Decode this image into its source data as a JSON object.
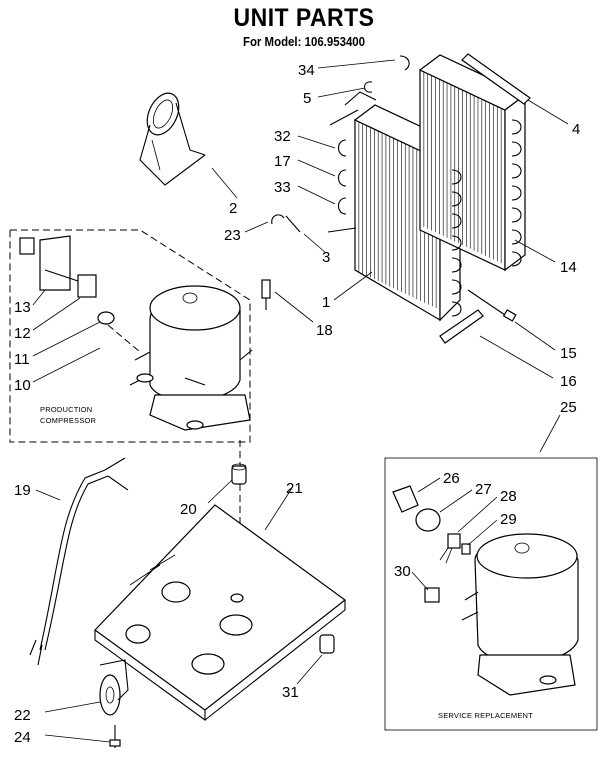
{
  "title": "UNIT PARTS",
  "subtitle": "For Model: 106.953400",
  "captions": {
    "production_compressor_line1": "PRODUCTION",
    "production_compressor_line2": "COMPRESSOR",
    "service_replacement": "SERVICE REPLACEMENT"
  },
  "callouts": {
    "p1": "1",
    "p2": "2",
    "p3": "3",
    "p4": "4",
    "p5": "5",
    "p10": "10",
    "p11": "11",
    "p12": "12",
    "p13": "13",
    "p14": "14",
    "p15": "15",
    "p16": "16",
    "p17": "17",
    "p18": "18",
    "p19": "19",
    "p20": "20",
    "p21": "21",
    "p22": "22",
    "p23": "23",
    "p24": "24",
    "p25": "25",
    "p26": "26",
    "p27": "27",
    "p28": "28",
    "p29": "29",
    "p30": "30",
    "p31": "31",
    "p32": "32",
    "p33": "33",
    "p34": "34"
  }
}
